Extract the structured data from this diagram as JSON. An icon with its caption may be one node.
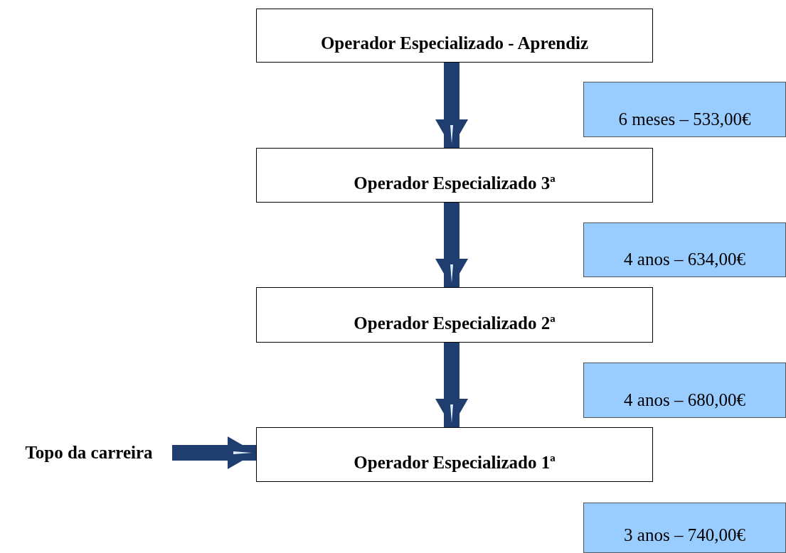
{
  "diagram": {
    "nodes": [
      {
        "text": [
          "Operador Especializado - Aprendiz"
        ]
      },
      {
        "text": [
          "Operador Especializado 3ª"
        ]
      },
      {
        "text": [
          "Operador Especializado 2ª"
        ]
      },
      {
        "text": [
          "Operador Especializado 1ª"
        ]
      },
      {
        "text": [
          "6 meses – 533,00€"
        ]
      },
      {
        "text": [
          "4 anos – 634,00€"
        ]
      },
      {
        "text": [
          "4 anos – 680,00€"
        ]
      },
      {
        "text": [
          "3 anos – 740,00€"
        ]
      },
      {
        "text": [
          "Topo da carreira"
        ]
      }
    ],
    "edges": [
      {
        "from": 0,
        "to": 1,
        "arrow": "to"
      },
      {
        "from": 1,
        "to": 2,
        "arrow": "to"
      },
      {
        "from": 2,
        "to": 3,
        "arrow": "to"
      },
      {
        "from": 8,
        "to": 3,
        "arrow": "to"
      }
    ]
  }
}
